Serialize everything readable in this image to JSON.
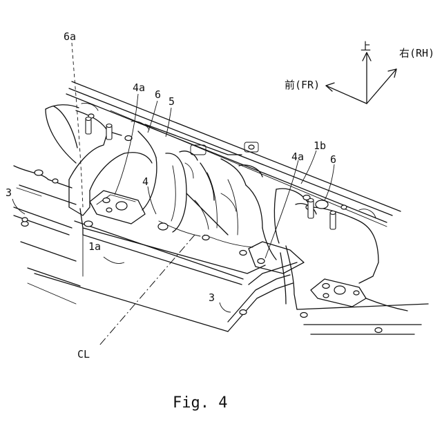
{
  "labels": {
    "l_6a": "6a",
    "l_4a_left": "4a",
    "l_6_left": "6",
    "l_5": "5",
    "l_1b": "1b",
    "l_4a_right": "4a",
    "l_6_right": "6",
    "l_3_left": "3",
    "l_4": "4",
    "l_1a": "1a",
    "l_3_right": "3",
    "l_cl": "CL"
  },
  "axes": {
    "up": "上",
    "right": "右(RH)",
    "front": "前(FR)"
  },
  "caption": "Fig. 4"
}
